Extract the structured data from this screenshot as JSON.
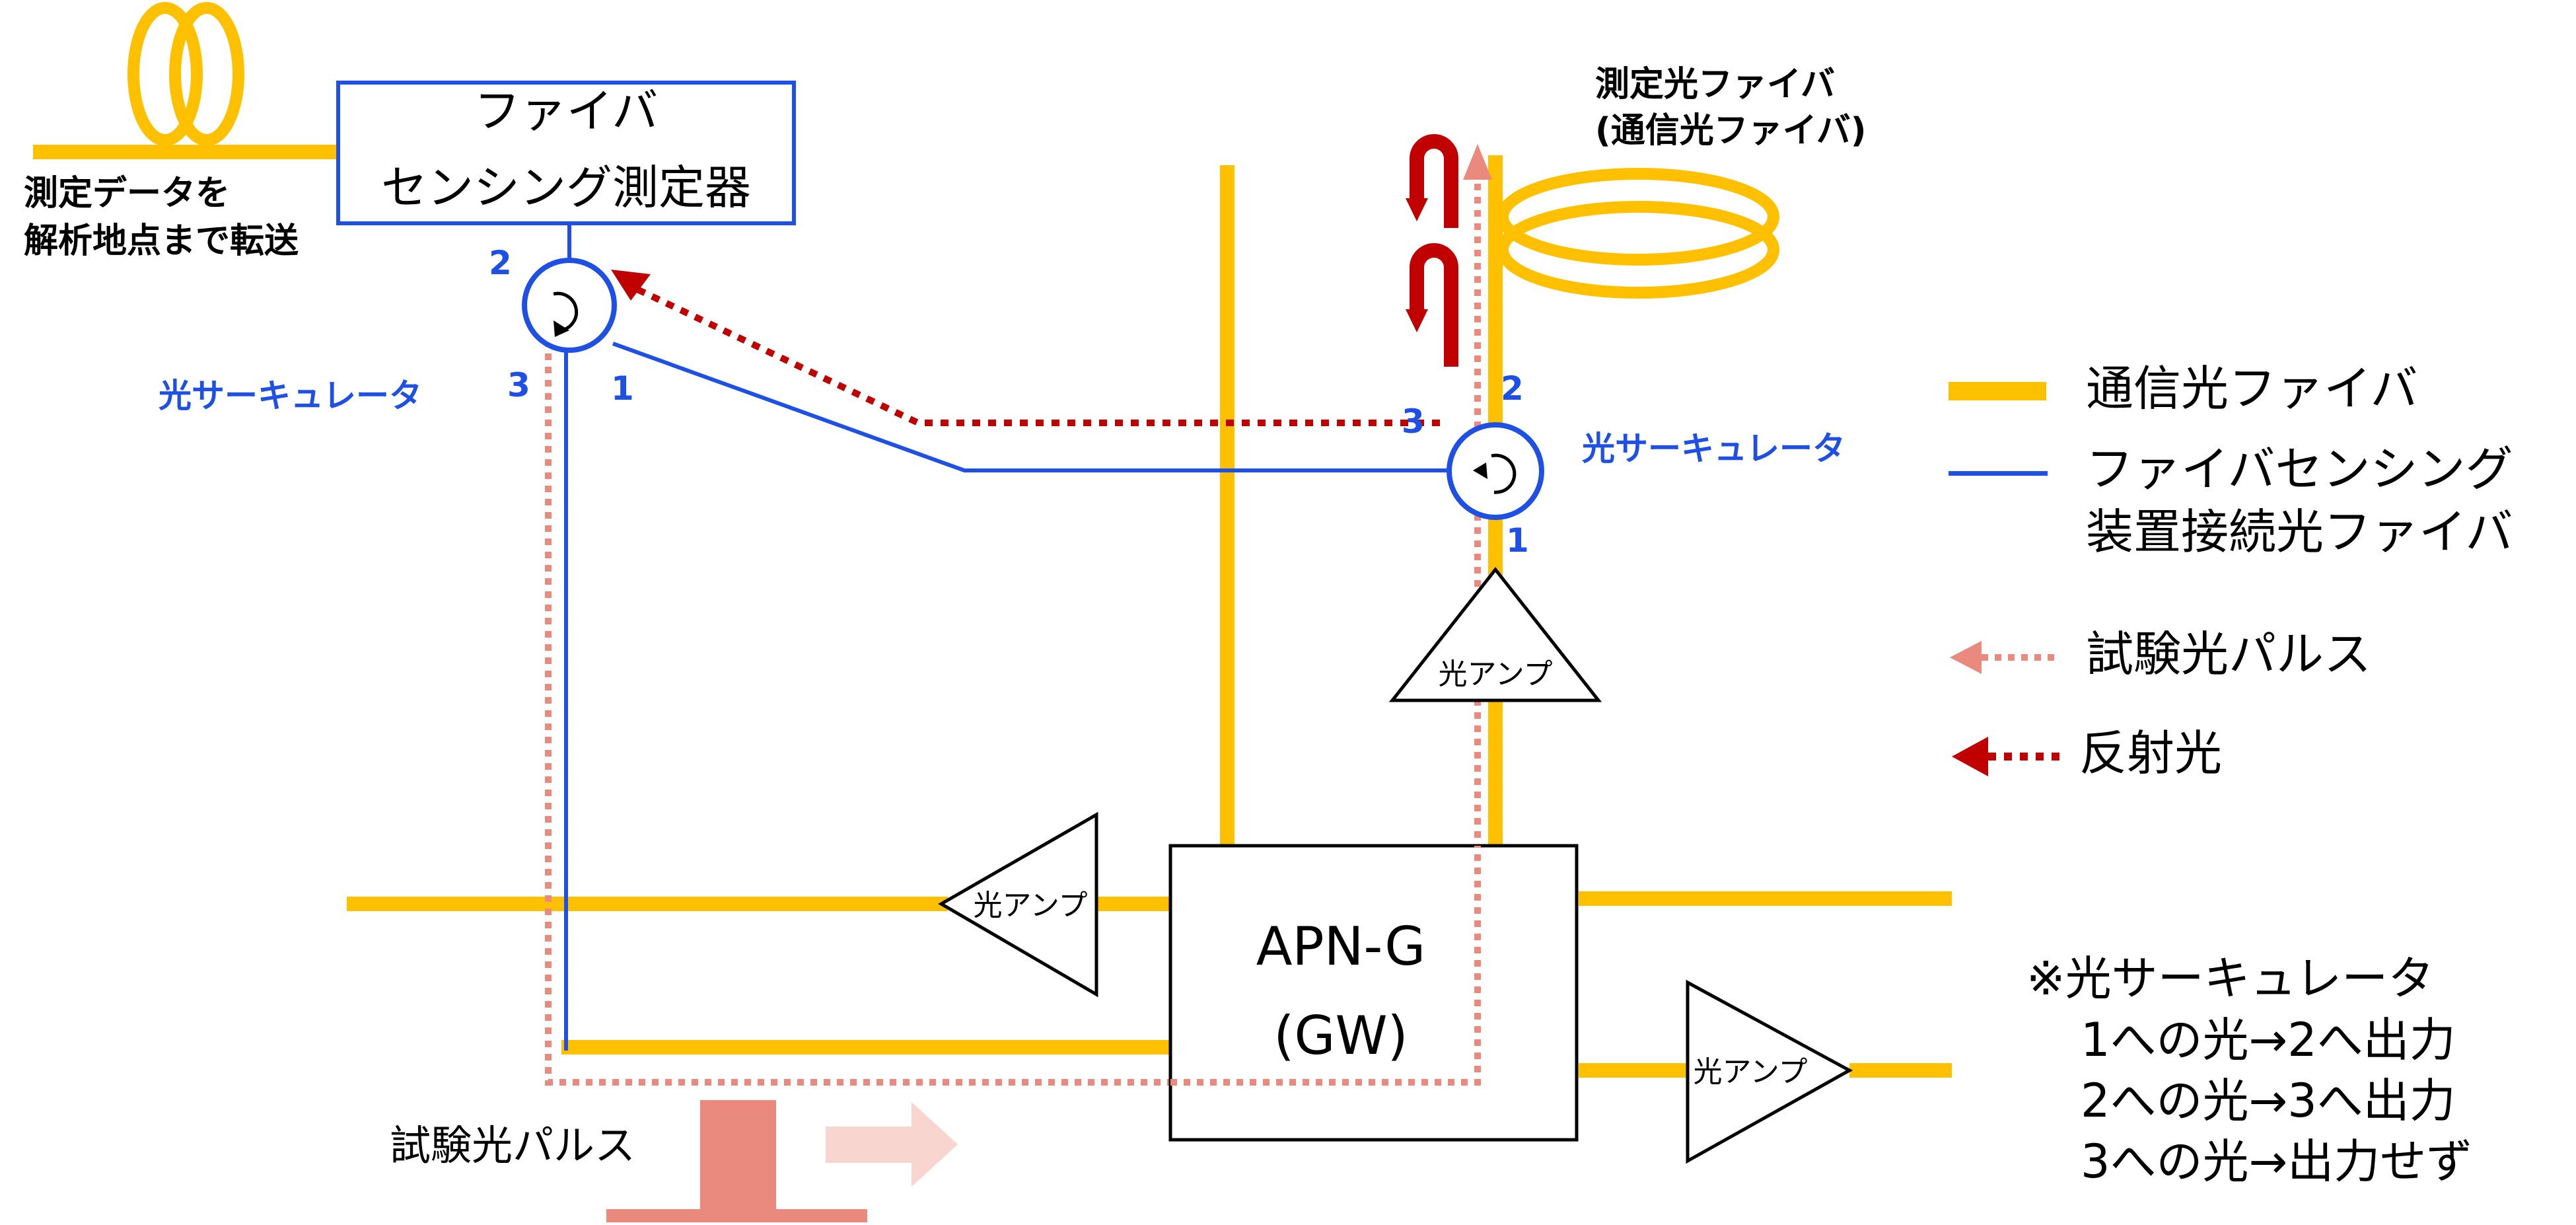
{
  "measurement_device": {
    "line1": "ファイバ",
    "line2": "センシング測定器"
  },
  "transfer_note": {
    "line1": "測定データを",
    "line2": "解析地点まで転送"
  },
  "measured_fiber": {
    "line1": "測定光ファイバ",
    "line2": "(通信光ファイバ)"
  },
  "circulator_left": {
    "label": "光サーキュレータ",
    "port1": "1",
    "port2": "2",
    "port3": "3"
  },
  "circulator_right": {
    "label": "光サーキュレータ",
    "port1": "1",
    "port2": "2",
    "port3": "3"
  },
  "amp_label": "光アンプ",
  "gateway": {
    "line1": "APN-G",
    "line2": "(GW)"
  },
  "pulse_label": "試験光パルス",
  "legend": {
    "items": [
      {
        "label": "通信光ファイバ",
        "color": "#ffc000"
      },
      {
        "label_line1": "ファイバセンシング",
        "label_line2": "装置接続光ファイバ",
        "color": "#1f50e6"
      },
      {
        "label": "試験光パルス",
        "color": "#ea8a7e"
      },
      {
        "label": "反射光",
        "color": "#c00000"
      }
    ]
  },
  "circulator_note": {
    "title": "※光サーキュレータ",
    "lines": [
      "1への光→2へ出力",
      "2への光→3へ出力",
      "3への光→出力せず"
    ]
  },
  "colors": {
    "comm_fiber": "#ffc000",
    "sensing_fiber": "#1f50e6",
    "test_pulse": "#ea8a7e",
    "reflected": "#c00000",
    "pulse_arrow": "#f8d5ce"
  }
}
